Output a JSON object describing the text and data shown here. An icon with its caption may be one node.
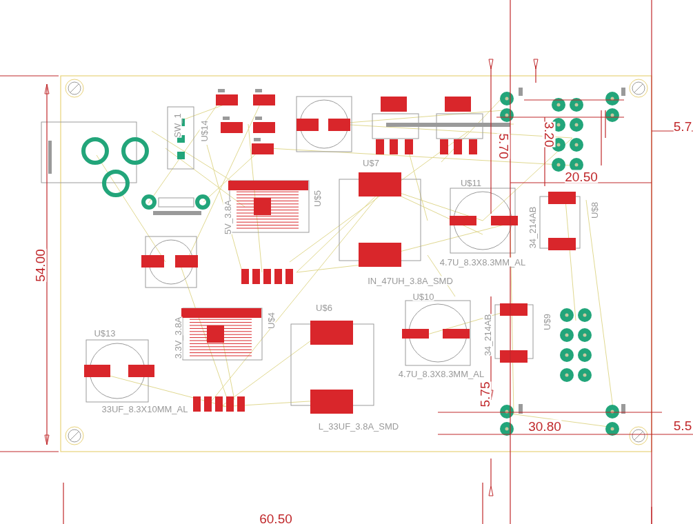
{
  "diagram": {
    "labels": [
      "SW_1",
      "U$14",
      "U$5",
      "5V_3.8A",
      "U$7",
      "IN_47UH_3.8A_SMD",
      "U$11",
      "4.7U_8.3X8.3MM_AL",
      "34_214AB",
      "U$8",
      "54.00",
      "5.70",
      "3.20",
      "20.50",
      "5.7",
      "U$13",
      "33UF_8.3X10MM_AL",
      "3.3V_3.8A",
      "U$4",
      "U$6",
      "L_33UF_3.8A_SMD",
      "U$10",
      "4.7U_8.3X8.3MM_AL",
      "34_214AB",
      "U$9",
      "5.75",
      "30.80",
      "5.5",
      "60.50"
    ]
  }
}
